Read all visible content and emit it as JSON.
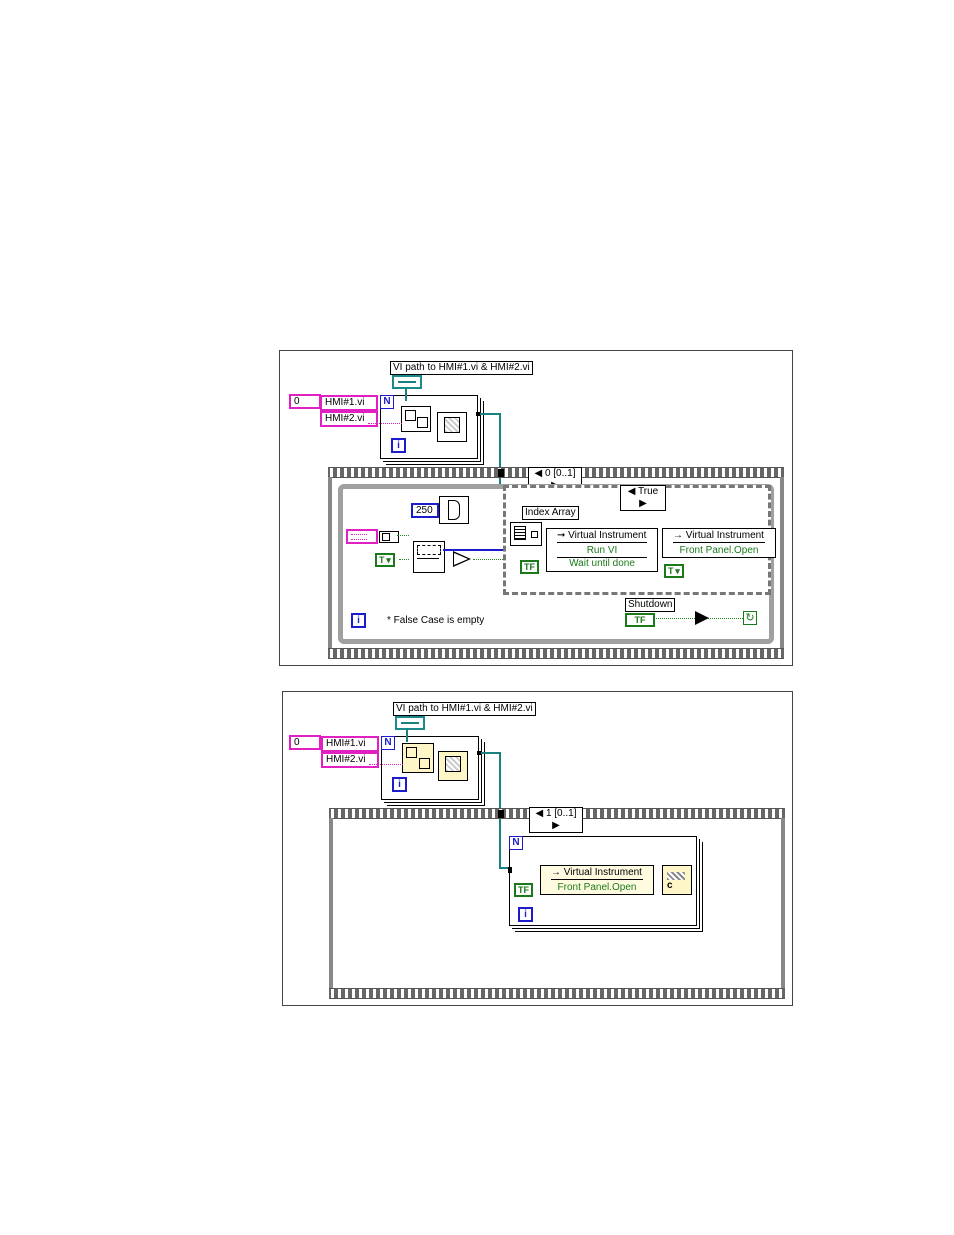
{
  "diagram1": {
    "path_label": "VI path to HMI#1.vi & HMI#2.vi",
    "num_const": "0",
    "str1": "HMI#1.vi",
    "str2": "HMI#2.vi",
    "n_label": "N",
    "i_label": "i",
    "sequence_selector": "0 [0..1]",
    "case_selector": "True",
    "wait_const": "250",
    "index_array_label": "Index Array",
    "node1_title": "Virtual Instrument",
    "node1_row1": "Run VI",
    "node1_row2": "Wait until done",
    "node2_title": "Virtual Instrument",
    "node2_row1": "Front Panel.Open",
    "false_case_note": "* False Case is empty",
    "shutdown_label": "Shutdown",
    "bool_tf": "TF"
  },
  "diagram2": {
    "path_label": "VI path to HMI#1.vi & HMI#2.vi",
    "num_const": "0",
    "str1": "HMI#1.vi",
    "str2": "HMI#2.vi",
    "n_label": "N",
    "i_label": "i",
    "sequence_selector": "1 [0..1]",
    "node_title": "Virtual Instrument",
    "node_row1": "Front Panel.Open",
    "bool_tf": "TF"
  },
  "colors": {
    "string_wire": "#e020c0",
    "path_wire": "#1a8080",
    "bool_wire": "#1a8a1a",
    "numeric_wire": "#1c1ccc"
  }
}
